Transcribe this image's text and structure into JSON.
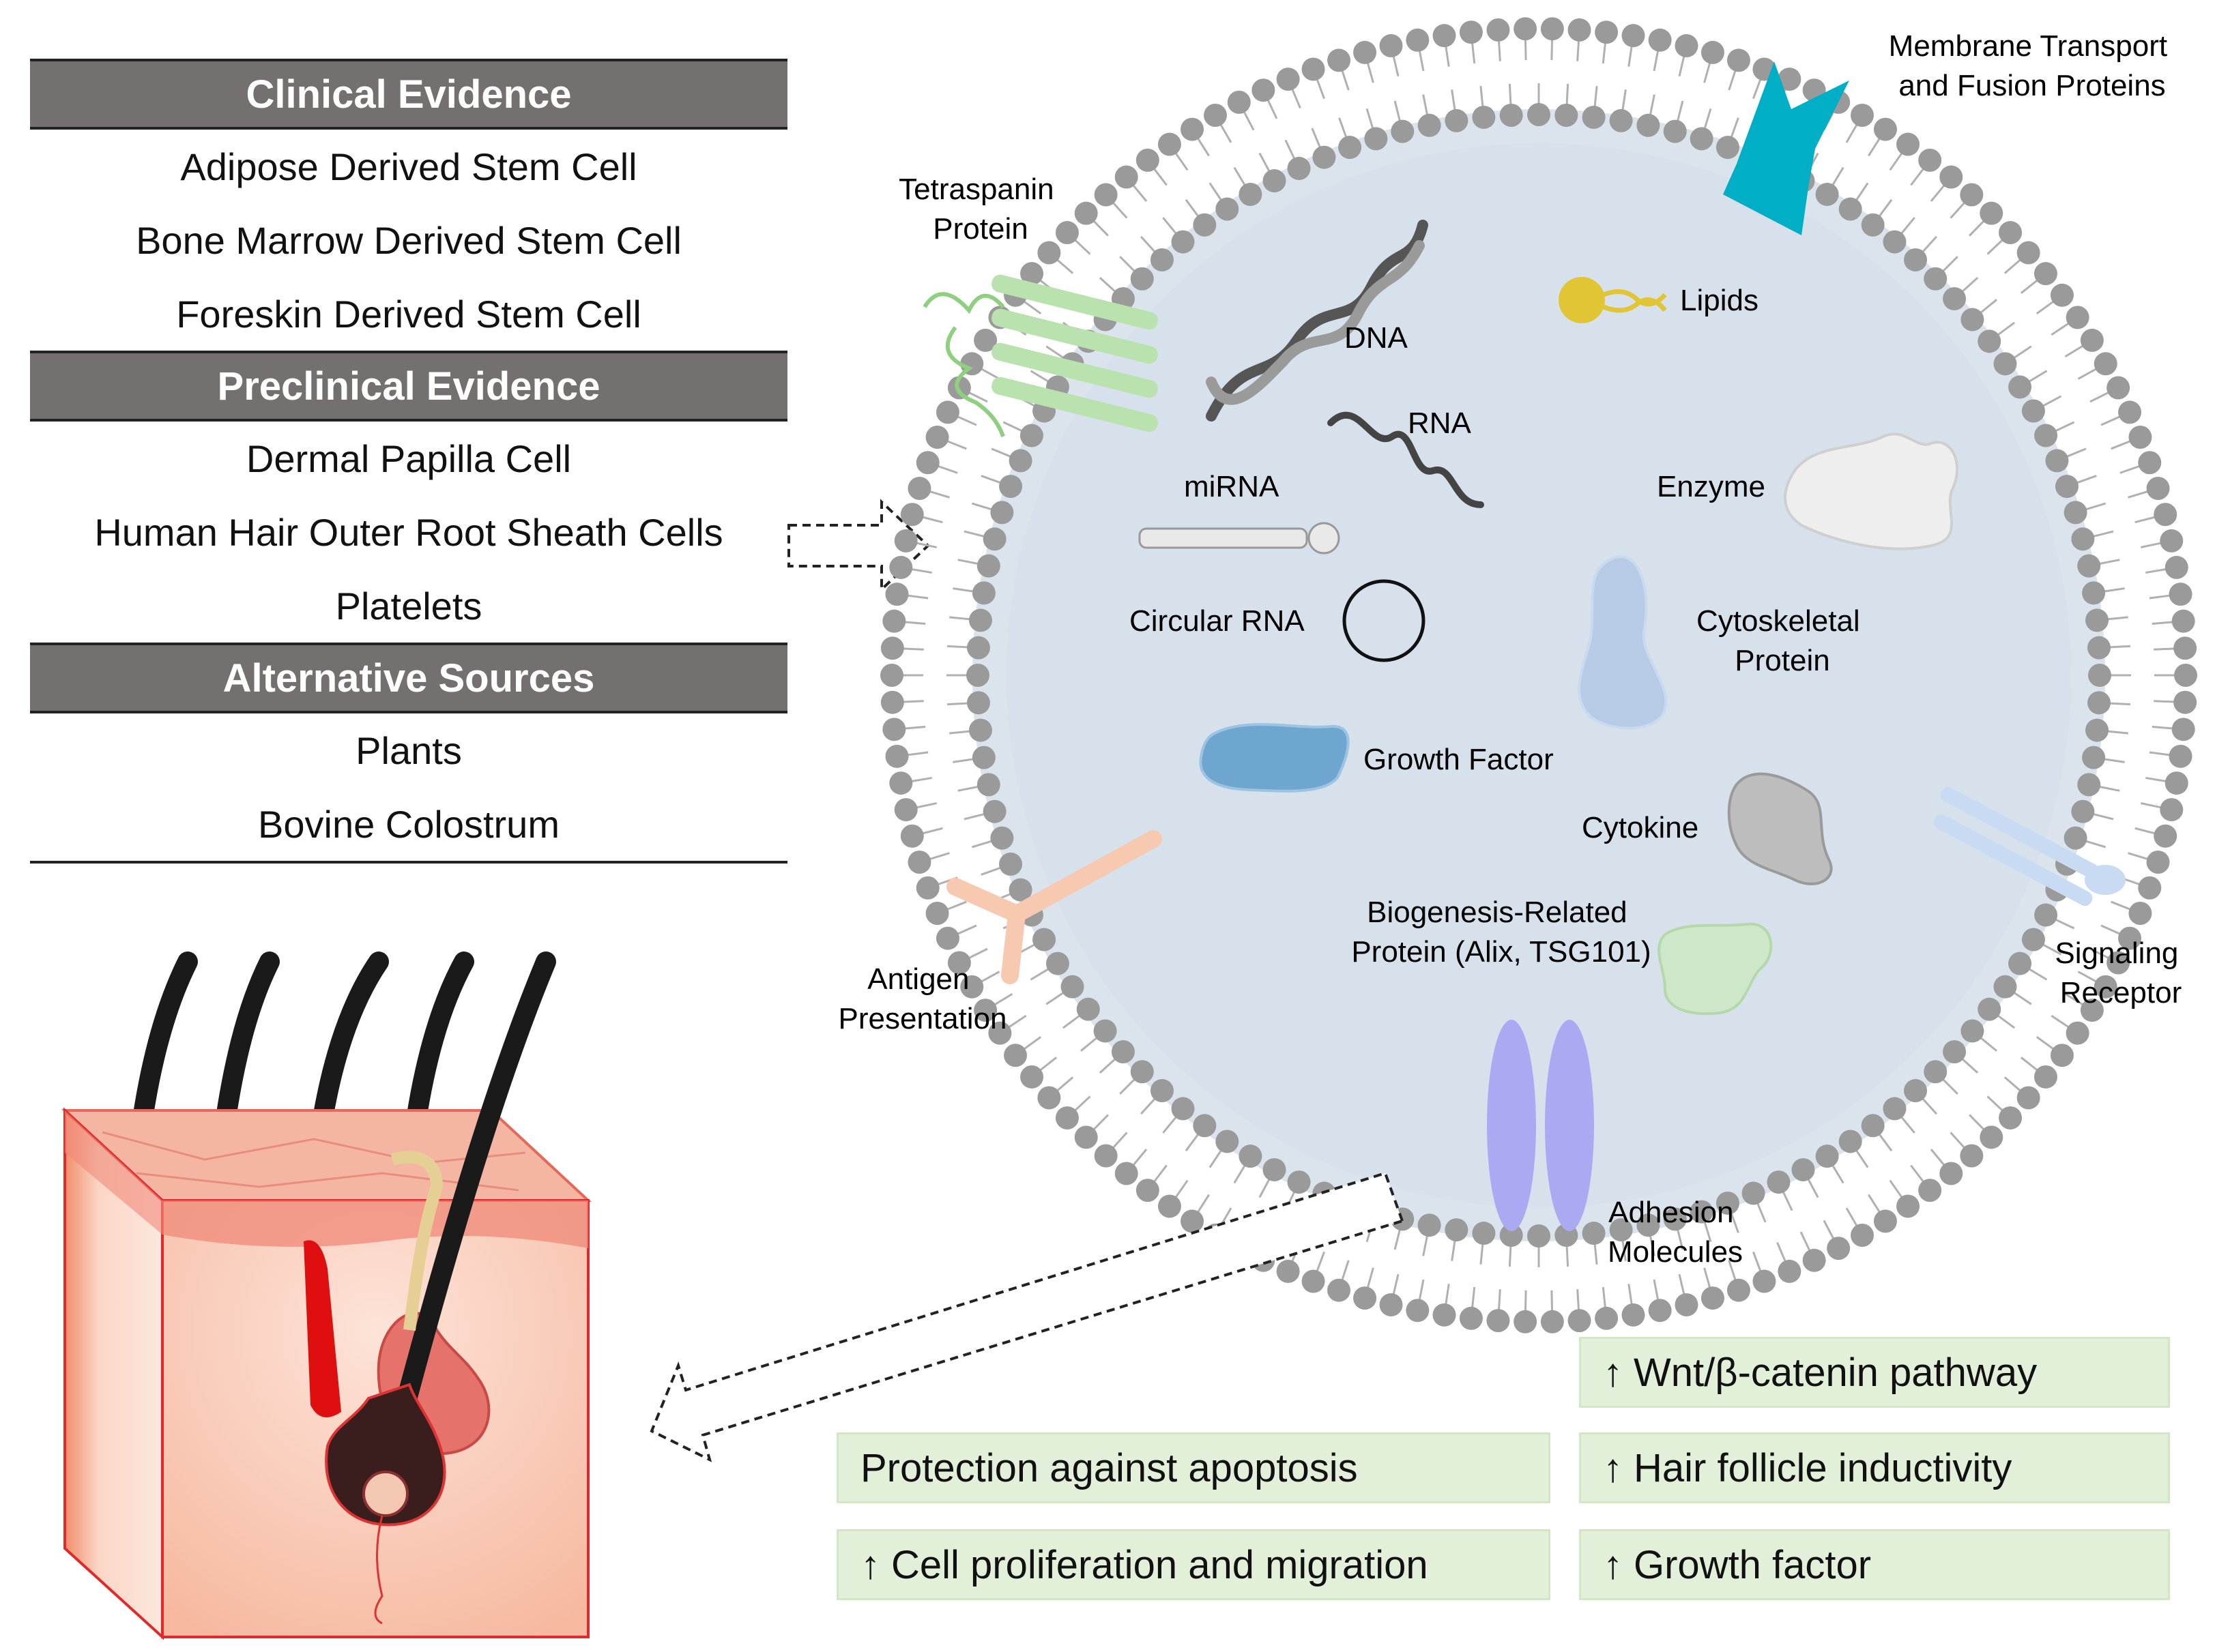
{
  "sources": {
    "sections": [
      {
        "title": "Clinical Evidence",
        "items": [
          "Adipose Derived Stem Cell",
          "Bone Marrow Derived Stem Cell",
          "Foreskin Derived Stem Cell"
        ]
      },
      {
        "title": "Preclinical Evidence",
        "items": [
          "Dermal Papilla Cell",
          "Human Hair Outer Root Sheath Cells",
          "Platelets"
        ]
      },
      {
        "title": "Alternative Sources",
        "items": [
          "Plants",
          "Bovine Colostrum"
        ]
      }
    ]
  },
  "vesicle_labels": {
    "membrane_transport": [
      "Membrane Transport",
      "and Fusion Proteins"
    ],
    "tetraspanin": [
      "Tetraspanin",
      "Protein"
    ],
    "dna": "DNA",
    "rna": "RNA",
    "mirna": "miRNA",
    "circular_rna": "Circular RNA",
    "lipids": "Lipids",
    "enzyme": "Enzyme",
    "cytoskeletal": [
      "Cytoskeletal",
      "Protein"
    ],
    "growth_factor": "Growth Factor",
    "cytokine": "Cytokine",
    "biogenesis": [
      "Biogenesis-Related",
      "Protein (Alix, TSG101)"
    ],
    "antigen": [
      "Antigen",
      "Presentation"
    ],
    "signaling": [
      "Signaling",
      "Receptor"
    ],
    "adhesion": [
      "Adhesion",
      "Molecules"
    ]
  },
  "effects": [
    {
      "arrow": true,
      "text": "Wnt/β-catenin pathway"
    },
    {
      "arrow": false,
      "text": "Protection against apoptosis"
    },
    {
      "arrow": true,
      "text": "Hair follicle inductivity"
    },
    {
      "arrow": true,
      "text": "Cell proliferation and migration"
    },
    {
      "arrow": true,
      "text": "Growth factor"
    }
  ],
  "colors": {
    "header_bg": "#747070",
    "vesicle_fill": "#d8e1ec",
    "lipid_head": "#9a9a9a",
    "effect_bg": "#e2f0d9",
    "membrane_protein": "#00aec5",
    "adhesion": "#a8a8f0"
  }
}
